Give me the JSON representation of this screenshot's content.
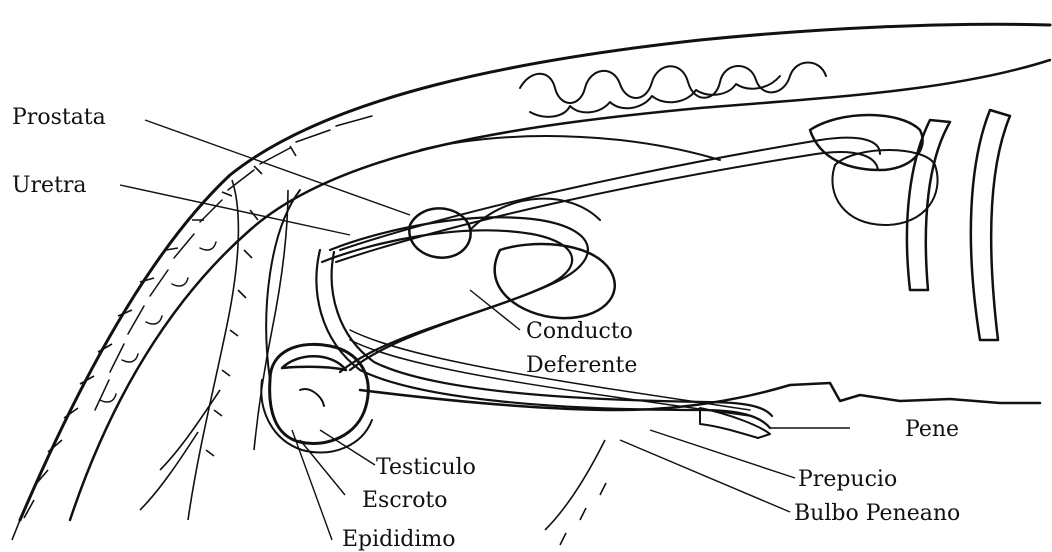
{
  "labels": {
    "prostata": "Prostata",
    "uretra": "Uretra",
    "conducto": "Conducto",
    "deferente": "Deferente",
    "pene": "Pene",
    "testiculo": "Testiculo",
    "prepucio": "Prepucio",
    "escroto": "Escroto",
    "bulbo_peneano": "Bulbo Peneano",
    "epididimo": "Epididimo"
  },
  "colors": {
    "ink": "#111111",
    "background": "#ffffff",
    "organ_fill": "#ffffff",
    "dark_fill": "#111111"
  }
}
